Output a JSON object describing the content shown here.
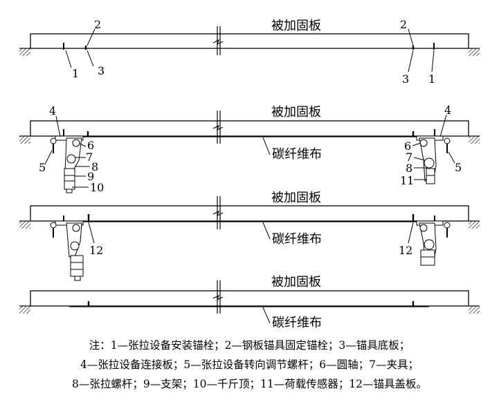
{
  "panel1": {
    "plate_label": "被加固板",
    "callouts": [
      "2",
      "1",
      "3",
      "2",
      "3",
      "1"
    ]
  },
  "panel2": {
    "plate_label": "被加固板",
    "cfrp_label": "碳纤维布",
    "callouts_left": [
      "4",
      "6",
      "7",
      "8",
      "5",
      "9",
      "10"
    ],
    "callouts_right": [
      "4",
      "6",
      "7",
      "8",
      "5",
      "11"
    ]
  },
  "panel3": {
    "plate_label": "被加固板",
    "cfrp_label": "碳纤维布",
    "callouts": [
      "12",
      "12"
    ]
  },
  "panel4": {
    "plate_label": "被加固板",
    "cfrp_label": "碳纤维布"
  },
  "notes": [
    "注：1—张拉设备安装锚栓；2—钢板锚具固定锚栓；3—锚具底板；",
    "4—张拉设备连接板；5—张拉设备转向调节螺杆；6—圆轴；7—夹具；",
    "8—张拉螺杆；9—支架；10—千斤顶；11—荷载传感器；12—锚具盖板。"
  ]
}
